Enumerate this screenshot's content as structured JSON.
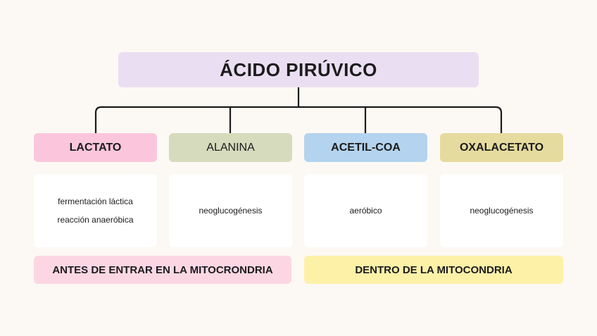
{
  "title": "ÁCIDO PIRÚVICO",
  "branches": [
    {
      "label": "LACTATO",
      "color": "#fbc6dc",
      "notes": [
        "fermentación láctica",
        "reacción anaeróbica"
      ]
    },
    {
      "label": "ALANINA",
      "color": "#d6dbbd",
      "notes": [
        "neoglucogénesis"
      ]
    },
    {
      "label": "ACETIL-COA",
      "color": "#b3d3ee",
      "notes": [
        "aeróbico"
      ]
    },
    {
      "label": "OXALACETATO",
      "color": "#e6db9e",
      "notes": [
        "neoglucogénesis"
      ]
    }
  ],
  "bands": [
    {
      "label": "ANTES DE ENTRAR EN LA MITOCRONDRIA",
      "color": "#fcd7e3"
    },
    {
      "label": "DENTRO DE LA MITOCONDRIA",
      "color": "#fdf1a8"
    }
  ]
}
